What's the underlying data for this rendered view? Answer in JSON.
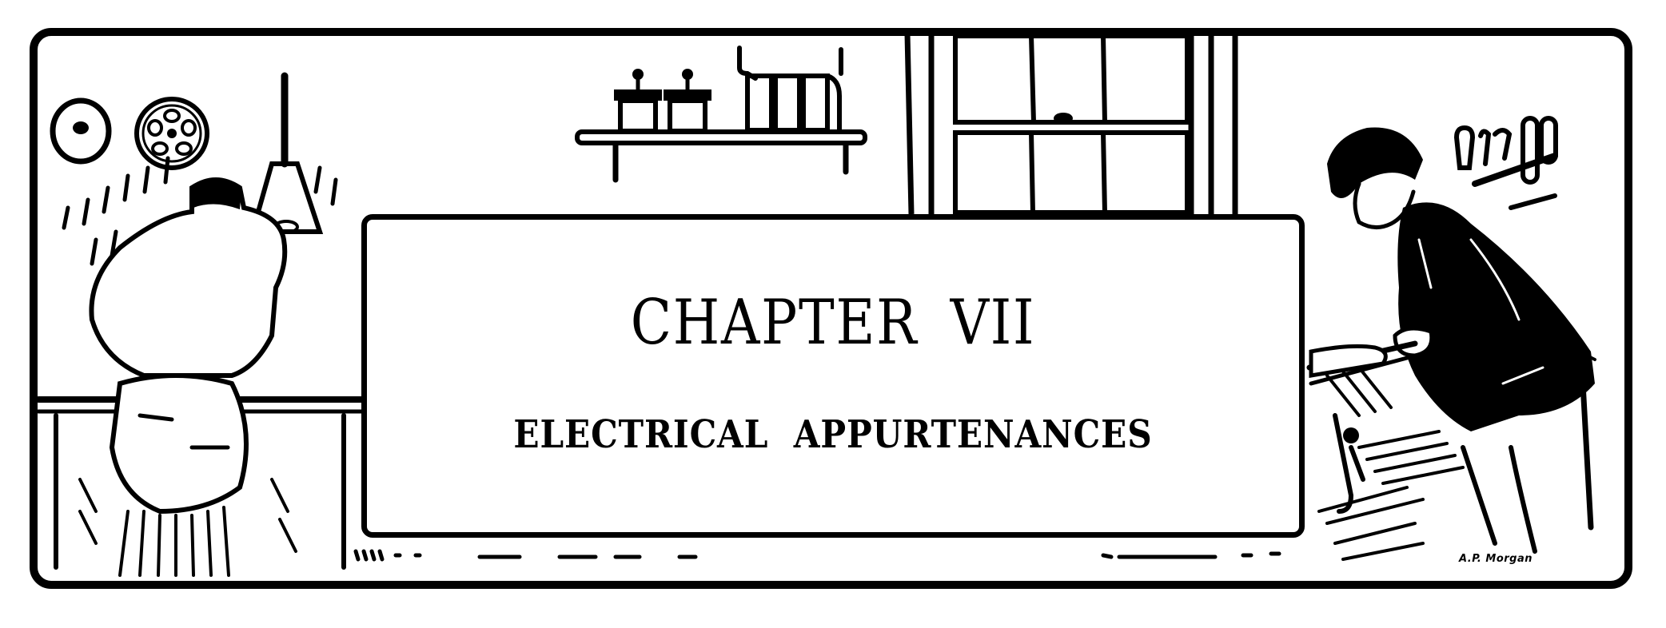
{
  "heading": {
    "chapter_label": "CHAPTER VII",
    "chapter_title": "ELECTRICAL APPURTENANCES"
  },
  "illustration": {
    "signature": "A.P. Morgan",
    "left_scene": "man-seated-at-workbench-under-lamp",
    "center_scene": "shelf-with-jars-and-window",
    "right_scene": "man-leaning-over-vise-with-tool-rack",
    "ink_color": "#000000",
    "paper_color": "#ffffff"
  }
}
